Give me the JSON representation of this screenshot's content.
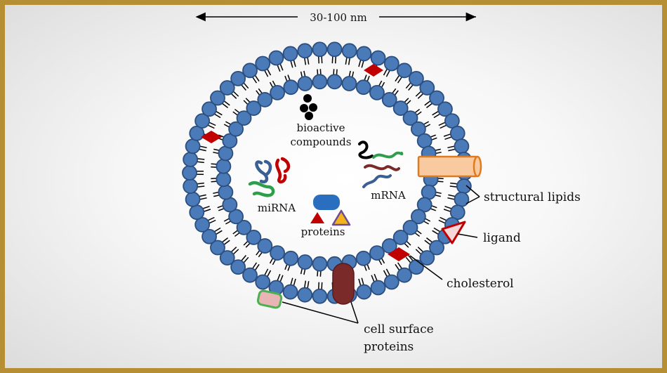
{
  "size_label": "30-100 nm",
  "labels": {
    "bioactive_line1": "bioactive",
    "bioactive_line2": "compounds",
    "mirna": "miRNA",
    "mrna": "mRNA",
    "proteins": "proteins",
    "structural_lipids": "structural lipids",
    "ligand": "ligand",
    "cholesterol": "cholesterol",
    "cell_surface_line1": "cell surface",
    "cell_surface_line2": "proteins"
  },
  "colors": {
    "frame": "#b68f34",
    "lipid_head": "#4a7ab8",
    "lipid_head_stroke": "#2c4e7e",
    "cholesterol": "#c00000",
    "channel_protein": "#f9c9a0",
    "channel_protein_stroke": "#e07a1f",
    "surface_protein": "#7b2a2a",
    "surface_protein_small_fill": "#e8b4b4",
    "surface_protein_small_stroke": "#4caf50",
    "ligand_fill": "#f6d6d6",
    "ligand_stroke": "#c00000"
  },
  "icons": [
    "double-arrow-icon",
    "lipid-bilayer-icon",
    "cholesterol-icon",
    "channel-protein-icon",
    "ligand-icon",
    "rna-icon",
    "protein-icon"
  ]
}
